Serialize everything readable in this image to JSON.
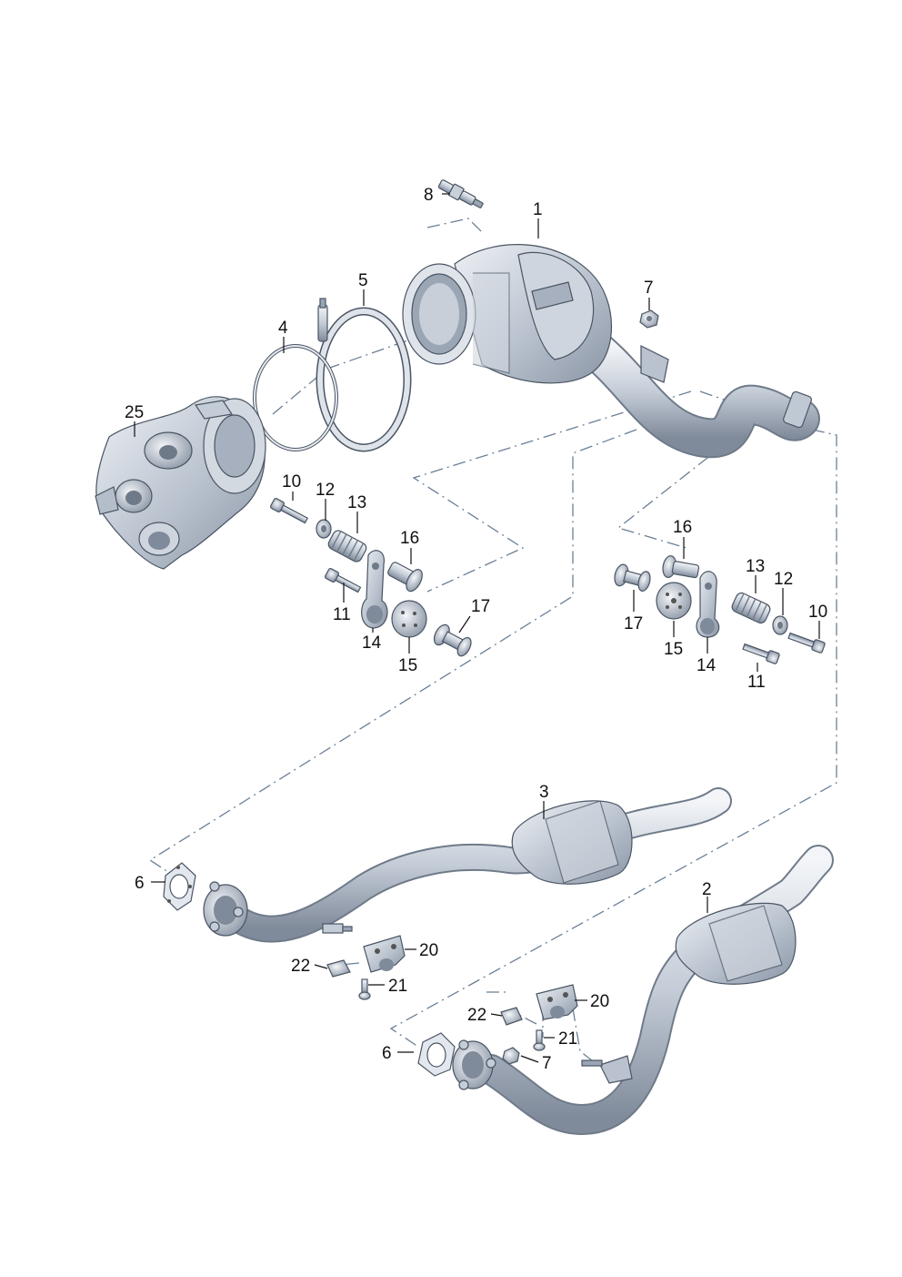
{
  "diagram": {
    "callouts": {
      "c1": "1",
      "c2": "2",
      "c3": "3",
      "c4": "4",
      "c5": "5",
      "c6a": "6",
      "c6b": "6",
      "c7a": "7",
      "c7b": "7",
      "c8": "8",
      "c10a": "10",
      "c10b": "10",
      "c11a": "11",
      "c11b": "11",
      "c12a": "12",
      "c12b": "12",
      "c13a": "13",
      "c13b": "13",
      "c14a": "14",
      "c14b": "14",
      "c15a": "15",
      "c15b": "15",
      "c16a": "16",
      "c16b": "16",
      "c17a": "17",
      "c17b": "17",
      "c20a": "20",
      "c20b": "20",
      "c21a": "21",
      "c21b": "21",
      "c22a": "22",
      "c22b": "22",
      "c25": "25"
    },
    "colors": {
      "metal_light": "#e3e8ef",
      "metal_mid": "#b4bdca",
      "metal_dark": "#7d8898",
      "line": "#111111",
      "dash": "#6b7f95"
    }
  }
}
